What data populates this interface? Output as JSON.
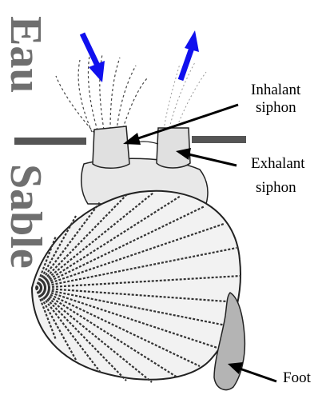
{
  "regions": {
    "water": "Eau",
    "sand": "Sable"
  },
  "labels": {
    "inhalant_line1": "Inhalant",
    "inhalant_line2": "siphon",
    "exhalant_line1": "Exhalant",
    "exhalant_line2": "siphon",
    "foot": "Foot"
  },
  "colors": {
    "flow_arrow": "#1010ee",
    "sediment_line": "#555555",
    "vertical_text": "#6f6f6f",
    "foot_fill": "#b4b4b4",
    "shell_outline": "#222222",
    "background": "#ffffff"
  },
  "icons": {
    "inflow": "down-arrow-icon",
    "outflow": "up-arrow-icon"
  }
}
